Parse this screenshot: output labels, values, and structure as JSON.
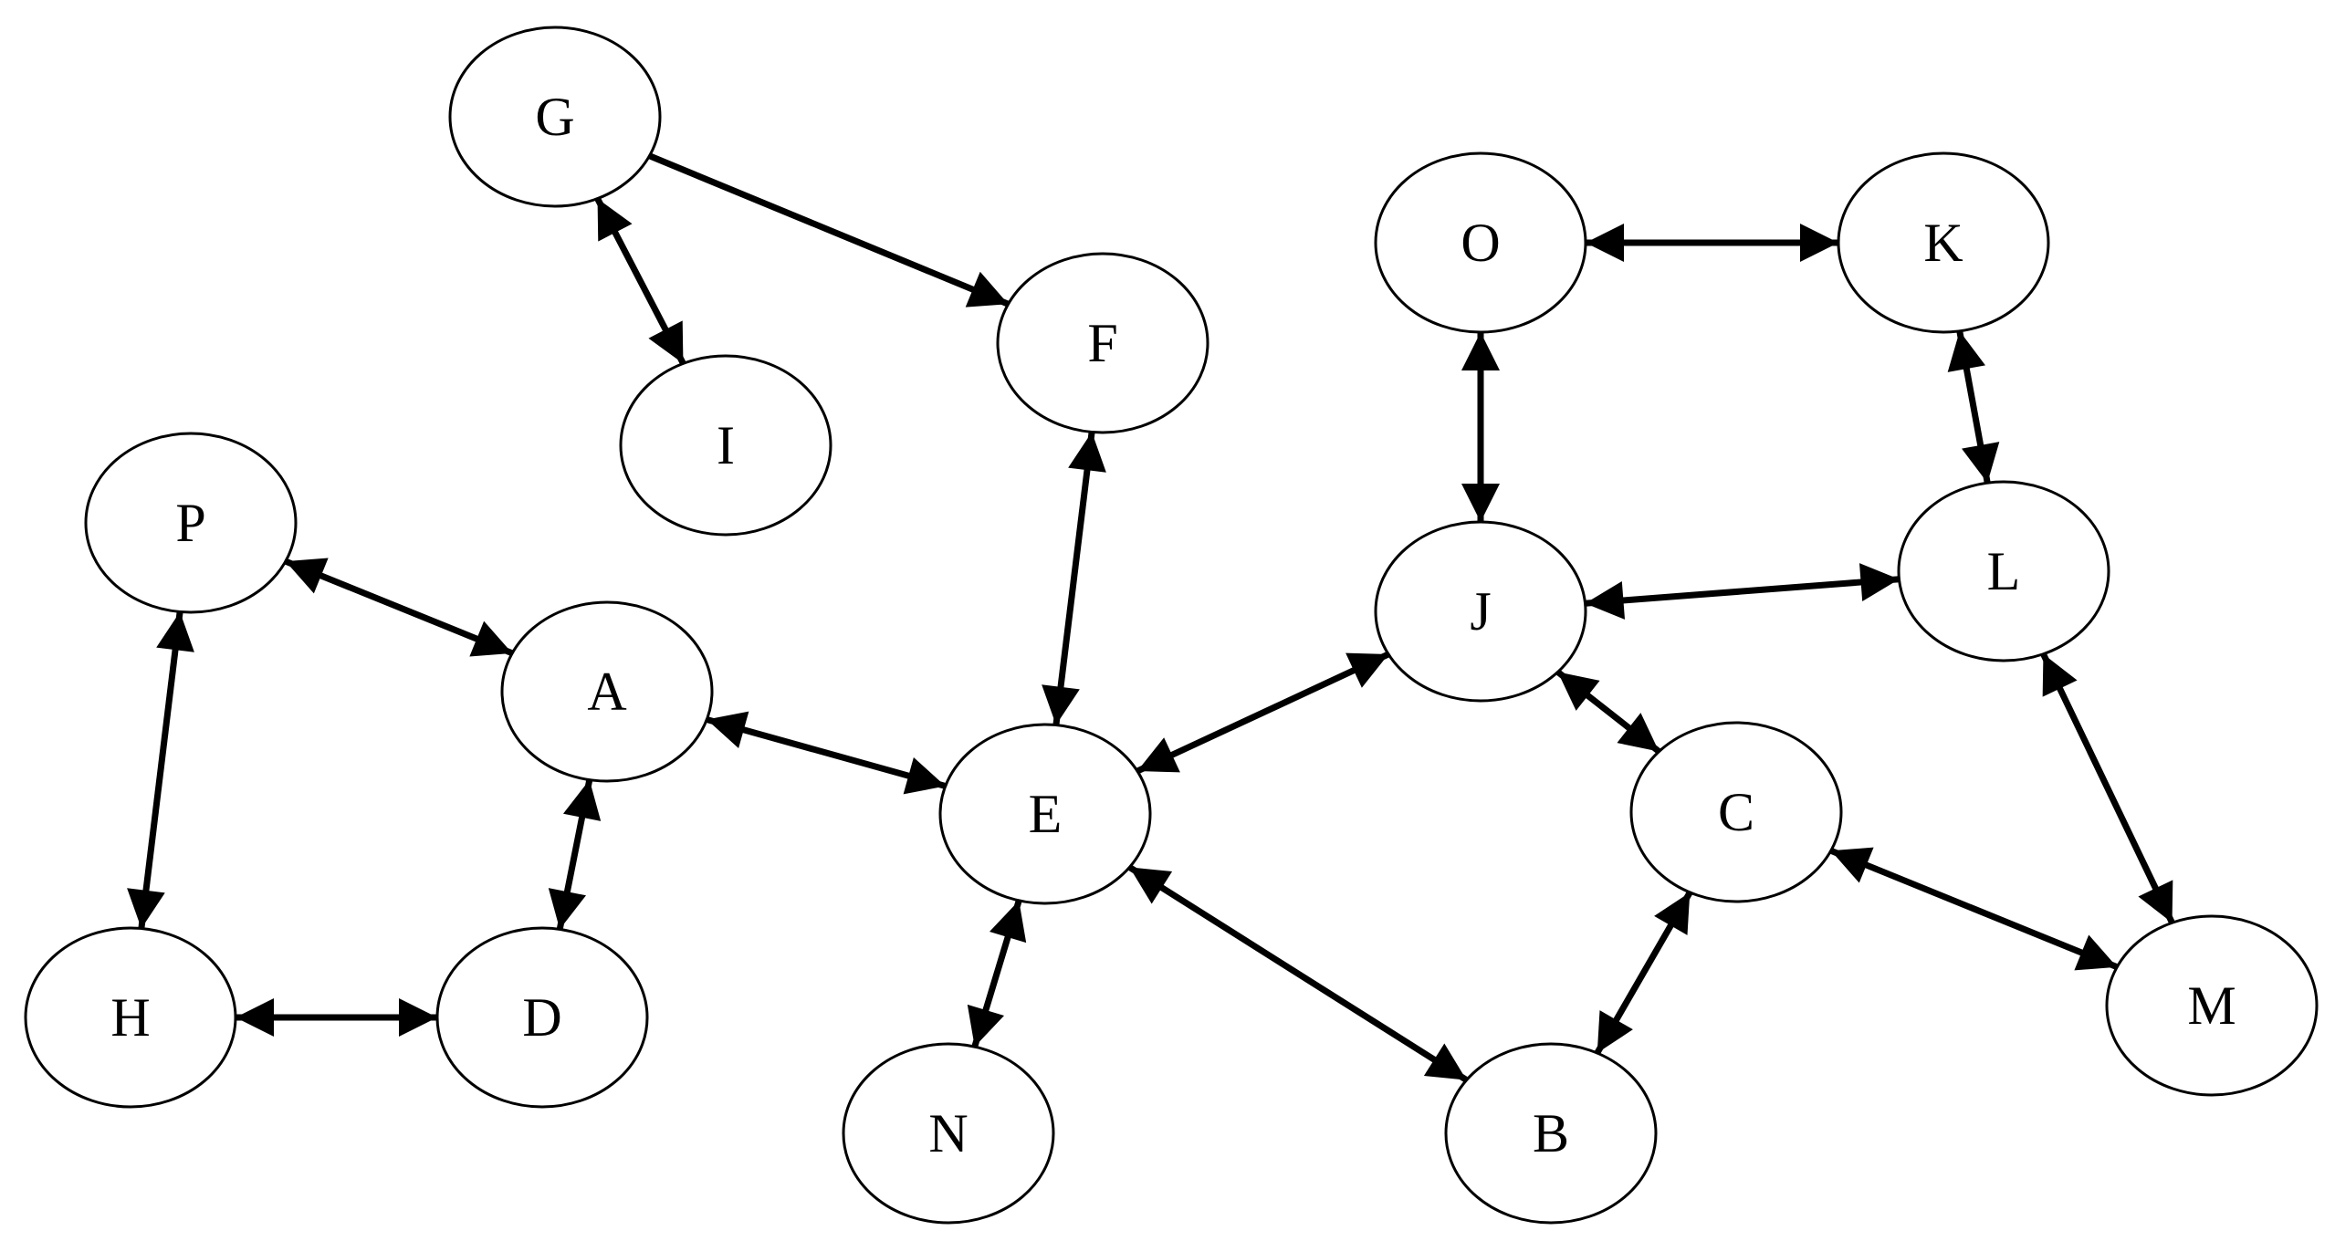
{
  "diagram": {
    "type": "graph",
    "nodes": [
      {
        "id": "G",
        "label": "G"
      },
      {
        "id": "O",
        "label": "O"
      },
      {
        "id": "K",
        "label": "K"
      },
      {
        "id": "F",
        "label": "F"
      },
      {
        "id": "I",
        "label": "I"
      },
      {
        "id": "P",
        "label": "P"
      },
      {
        "id": "J",
        "label": "J"
      },
      {
        "id": "L",
        "label": "L"
      },
      {
        "id": "A",
        "label": "A"
      },
      {
        "id": "E",
        "label": "E"
      },
      {
        "id": "C",
        "label": "C"
      },
      {
        "id": "H",
        "label": "H"
      },
      {
        "id": "D",
        "label": "D"
      },
      {
        "id": "M",
        "label": "M"
      },
      {
        "id": "N",
        "label": "N"
      },
      {
        "id": "B",
        "label": "B"
      }
    ],
    "edges": [
      {
        "from": "G",
        "to": "F",
        "direction": "forward"
      },
      {
        "from": "G",
        "to": "I",
        "direction": "both"
      },
      {
        "from": "O",
        "to": "K",
        "direction": "both"
      },
      {
        "from": "O",
        "to": "J",
        "direction": "both"
      },
      {
        "from": "K",
        "to": "L",
        "direction": "both"
      },
      {
        "from": "J",
        "to": "L",
        "direction": "both"
      },
      {
        "from": "J",
        "to": "E",
        "direction": "both"
      },
      {
        "from": "J",
        "to": "C",
        "direction": "both"
      },
      {
        "from": "F",
        "to": "E",
        "direction": "both"
      },
      {
        "from": "P",
        "to": "A",
        "direction": "both"
      },
      {
        "from": "P",
        "to": "H",
        "direction": "both"
      },
      {
        "from": "A",
        "to": "E",
        "direction": "both"
      },
      {
        "from": "A",
        "to": "D",
        "direction": "both"
      },
      {
        "from": "H",
        "to": "D",
        "direction": "both"
      },
      {
        "from": "E",
        "to": "N",
        "direction": "both"
      },
      {
        "from": "E",
        "to": "B",
        "direction": "both"
      },
      {
        "from": "C",
        "to": "B",
        "direction": "both"
      },
      {
        "from": "C",
        "to": "M",
        "direction": "both"
      },
      {
        "from": "L",
        "to": "M",
        "direction": "both"
      }
    ],
    "colors": {
      "node_fill": "#ffffff",
      "stroke": "#000000",
      "text": "#000000"
    }
  }
}
